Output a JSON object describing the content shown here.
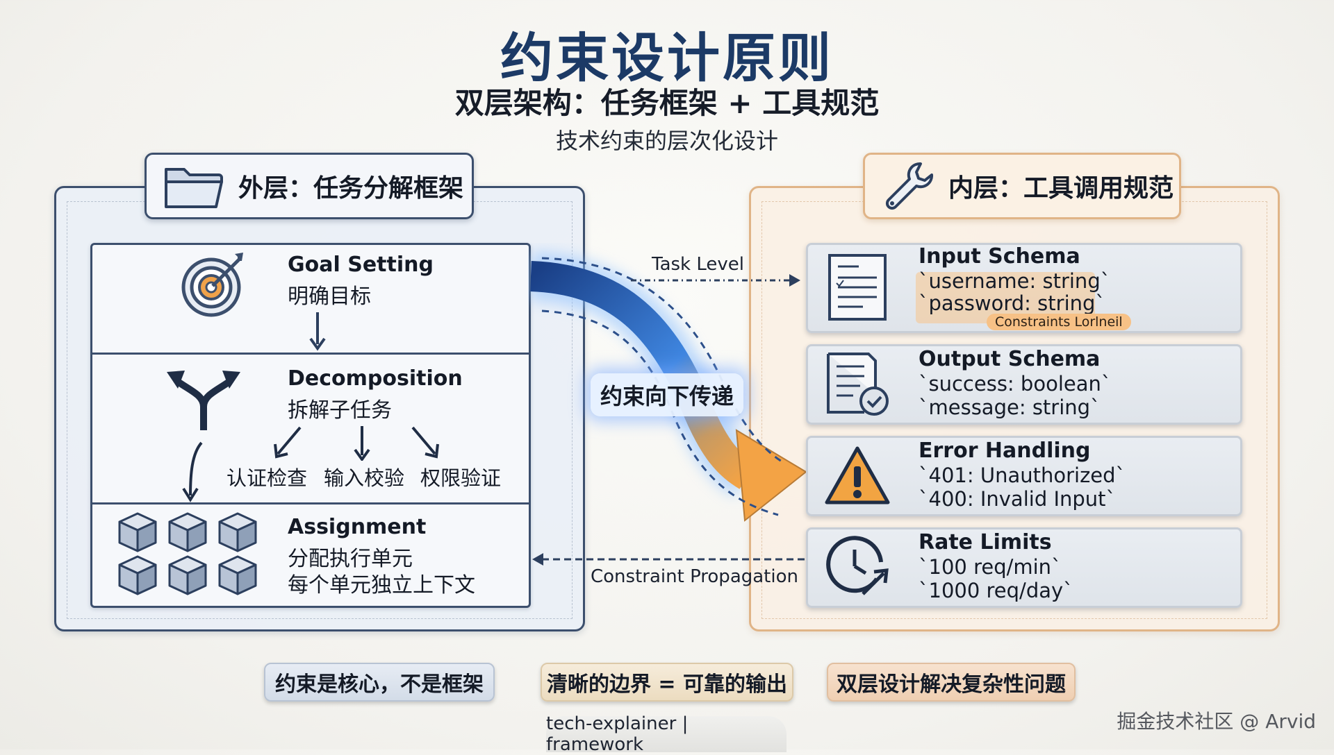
{
  "header": {
    "title": "约束设计原则",
    "subtitle": "双层架构：任务框架 + 工具规范",
    "caption": "技术约束的层次化设计"
  },
  "outer_layer": {
    "tab_label": "外层：任务分解框架",
    "icon": "folder-icon",
    "steps": [
      {
        "title": "Goal Setting",
        "subtitle": "明确目标",
        "icon": "target-icon"
      },
      {
        "title": "Decomposition",
        "subtitle": "拆解子任务",
        "icon": "split-arrow-icon",
        "subtasks": [
          "认证检查",
          "输入校验",
          "权限验证"
        ]
      },
      {
        "title": "Assignment",
        "subtitle": "分配执行单元",
        "detail": "每个单元独立上下文",
        "icon": "cubes-icon"
      }
    ]
  },
  "inner_layer": {
    "tab_label": "内层：工具调用规范",
    "icon": "wrench-icon",
    "cards": [
      {
        "title": "Input Schema",
        "lines": [
          "`username: string`",
          "`password: string`"
        ],
        "badge": "Constraints Lorlneil",
        "icon": "document-icon"
      },
      {
        "title": "Output Schema",
        "lines": [
          "`success: boolean`",
          "`message: string`"
        ],
        "icon": "document-check-icon"
      },
      {
        "title": "Error Handling",
        "lines": [
          "`401: Unauthorized`",
          "`400: Invalid Input`"
        ],
        "icon": "warning-icon"
      },
      {
        "title": "Rate Limits",
        "lines": [
          "`100 req/min`",
          "`1000 req/day`"
        ],
        "icon": "clock-icon"
      }
    ]
  },
  "flow": {
    "top_label": "Task Level",
    "center_label": "约束向下传递",
    "bottom_label": "Constraint Propagation"
  },
  "takeaways": [
    "约束是核心，不是框架",
    "清晰的边界 = 可靠的输出",
    "双层设计解决复杂性问题"
  ],
  "footer": {
    "tag": "tech-explainer | framework",
    "watermark": "掘金技术社区 @ Arvid"
  },
  "colors": {
    "title": "#1c3a66",
    "left_border": "#3c4f6d",
    "right_border": "#e0b487",
    "arrow_blue": "#1f4fa0",
    "arrow_orange": "#f0a247"
  }
}
